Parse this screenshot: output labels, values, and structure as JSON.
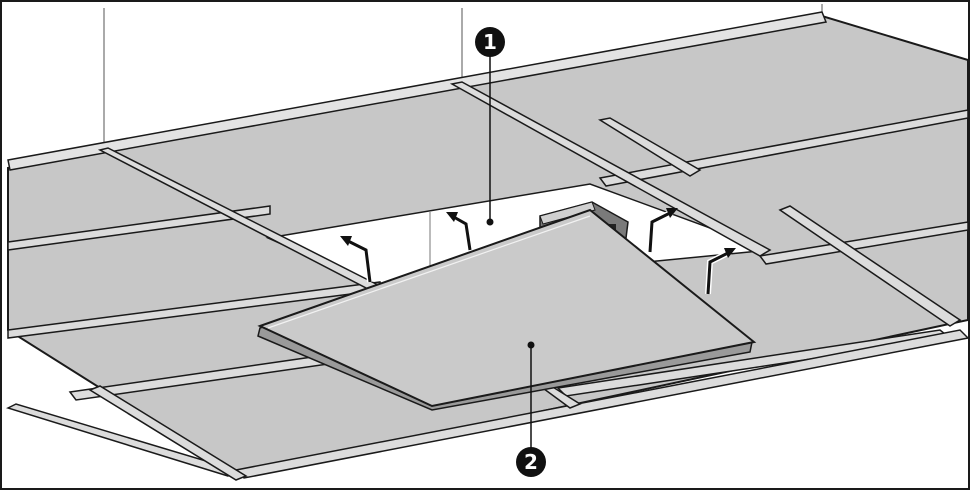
{
  "callouts": [
    {
      "label": "1",
      "target": "opening-ceiling-grid"
    },
    {
      "label": "2",
      "target": "ceiling-panel"
    }
  ],
  "colors": {
    "tile": "#c7c7c7",
    "tile_dark": "#b9b9b9",
    "rail": "#dcdcdc",
    "line": "#1a1a1a",
    "background": "#ffffff",
    "callout": "#111111"
  },
  "icons": [
    "arrow-up-left-icon",
    "arrow-up-right-icon"
  ]
}
